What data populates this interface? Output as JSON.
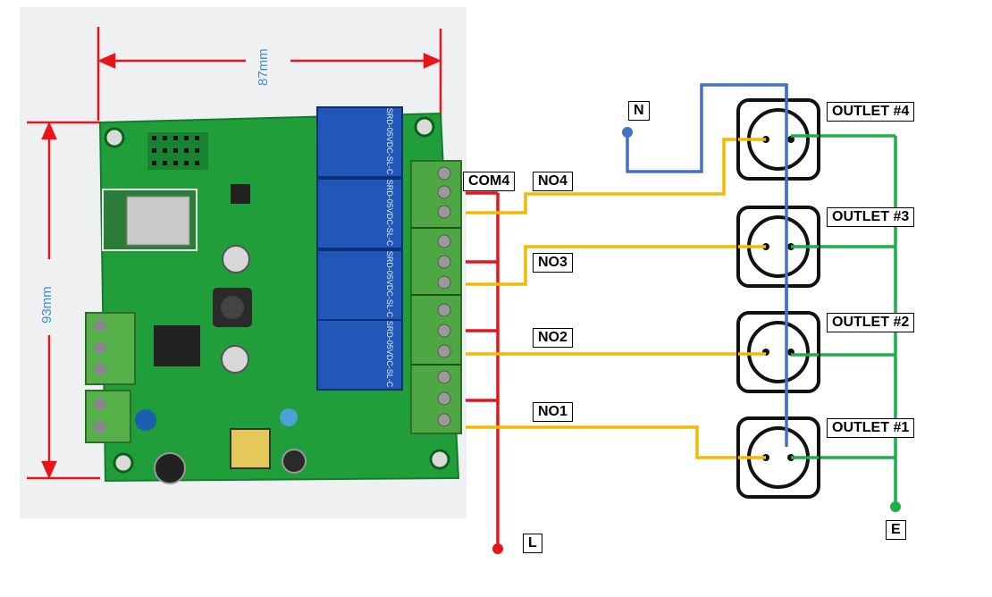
{
  "board": {
    "width_label": "87mm",
    "height_label": "93mm"
  },
  "labels": {
    "n": "N",
    "l": "L",
    "e": "E",
    "com4": "COM4",
    "no4": "NO4",
    "no3": "NO3",
    "no2": "NO2",
    "no1": "NO1",
    "outlet4": "OUTLET #4",
    "outlet3": "OUTLET #3",
    "outlet2": "OUTLET #2",
    "outlet1": "OUTLET #1"
  },
  "relays": [
    {
      "text": "SRD-05VDC-SL-C"
    },
    {
      "text": "SRD-05VDC-SL-C"
    },
    {
      "text": "SRD-05VDC-SL-C"
    },
    {
      "text": "SRD-05VDC-SL-C"
    }
  ],
  "colors": {
    "live": "#e8141b",
    "neutral": "#4472c4",
    "earth": "#1fae4b",
    "switched": "#f5b800",
    "dimension": "#e8141b",
    "pcb": "#1f9e3a"
  }
}
